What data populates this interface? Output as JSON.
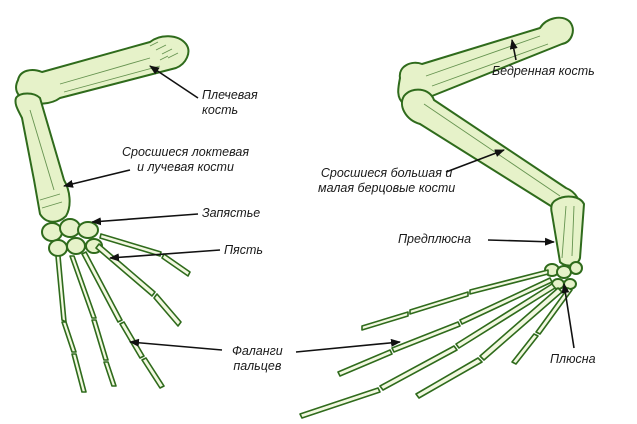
{
  "labels": {
    "humerus_1": "Плечевая",
    "humerus_2": "кость",
    "radioulna_1": "Сросшиеся локтевая",
    "radioulna_2": "и лучевая кости",
    "carpus": "Запястье",
    "metacarpus": "Пясть",
    "phalanges_1": "Фаланги",
    "phalanges_2": "пальцев",
    "femur": "Бедренная кость",
    "tibiofibula_1": "Сросшиеся большая и",
    "tibiofibula_2": "малая берцовые кости",
    "tarsus": "Предплюсна",
    "metatarsus": "Плюсна"
  },
  "colors": {
    "bone_fill": "#e6f2c9",
    "bone_outline": "#2f6b1c",
    "arrow": "#111111"
  }
}
